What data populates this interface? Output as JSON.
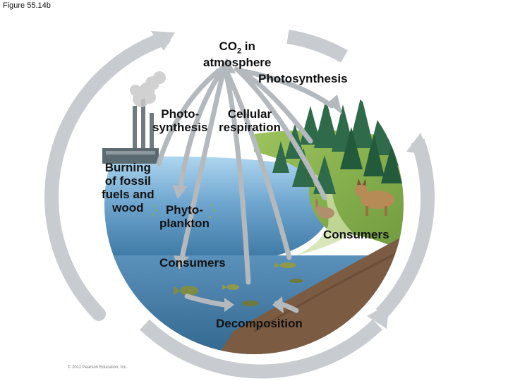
{
  "figure_label": "Figure 55.14b",
  "labels": {
    "co2_main": "CO",
    "co2_sub": "2",
    "co2_rest": " in",
    "co2_line2": "atmosphere",
    "photosynthesis_top": "Photosynthesis",
    "photo_line1": "Photo-",
    "photo_line2": "synthesis",
    "cellular_line1": "Cellular",
    "cellular_line2": "respiration",
    "burning_line1": "Burning",
    "burning_line2": "of fossil",
    "burning_line3": "fuels and",
    "burning_line4": "wood",
    "phyto_line1": "Phyto-",
    "phyto_line2": "plankton",
    "consumers_land": "Consumers",
    "consumers_water": "Consumers",
    "decomposition": "Decomposition"
  },
  "copyright": "© 2011 Pearson Education, Inc.",
  "colors": {
    "cycle_ring": "#c9ccd0",
    "arrow_gray": "#b3b8bd",
    "sky": "#ffffff",
    "sea_top": "#9dc8e6",
    "sea_deep": "#3f7fae",
    "land_green": "#8ab552",
    "soil": "#7a5e45",
    "tree": "#2f6b4a"
  }
}
